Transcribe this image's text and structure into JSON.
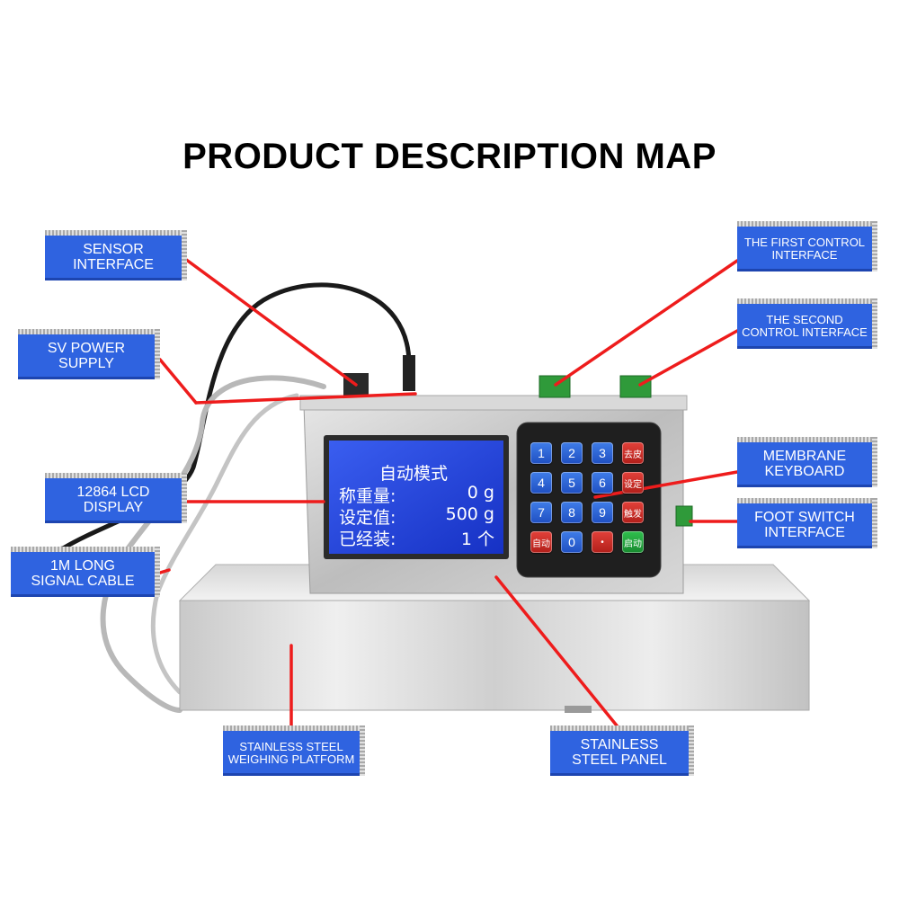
{
  "title": "PRODUCT DESCRIPTION MAP",
  "labels": {
    "sensor_interface": [
      "SENSOR",
      "INTERFACE"
    ],
    "power_supply": [
      "SV POWER",
      "SUPPLY"
    ],
    "lcd_display": [
      "12864 LCD",
      "DISPLAY"
    ],
    "signal_cable": [
      "1M LONG",
      "SIGNAL CABLE"
    ],
    "first_control": [
      "THE FIRST CONTROL",
      "INTERFACE"
    ],
    "second_control": [
      "THE SECOND",
      "CONTROL INTERFACE"
    ],
    "membrane_keyboard": [
      "MEMBRANE",
      "KEYBOARD"
    ],
    "foot_switch": [
      "FOOT SWITCH",
      "INTERFACE"
    ],
    "weighing_platform": [
      "STAINLESS STEEL",
      "WEIGHING PLATFORM"
    ],
    "steel_panel": [
      "STAINLESS",
      "STEEL PANEL"
    ]
  },
  "lcd": {
    "mode": "自动模式",
    "weight_label": "称重量:",
    "weight_value": "0 g",
    "set_label": "设定值:",
    "set_value": "500 g",
    "count_label": "已经装:",
    "count_value": "1 个"
  },
  "keypad": {
    "keys": [
      "1",
      "2",
      "3",
      "去皮",
      "4",
      "5",
      "6",
      "设定",
      "7",
      "8",
      "9",
      "触发",
      "自动",
      "0",
      "•",
      "启动"
    ],
    "colors": [
      "blue",
      "blue",
      "blue",
      "red",
      "blue",
      "blue",
      "blue",
      "red",
      "blue",
      "blue",
      "blue",
      "red",
      "red",
      "blue",
      "red",
      "green"
    ]
  },
  "colors": {
    "label_bg": "#2f63e0",
    "leader_line": "#ee1c1c",
    "lcd_bg": "#1e3fd6"
  }
}
